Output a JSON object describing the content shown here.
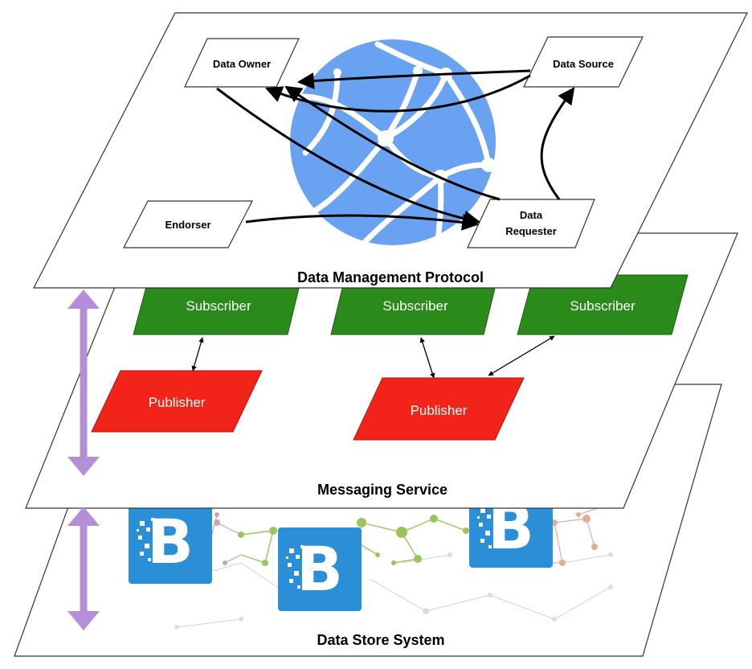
{
  "layers": {
    "protocol": {
      "title": "Data Management Protocol"
    },
    "messaging": {
      "title": "Messaging Service"
    },
    "store": {
      "title": "Data Store System"
    }
  },
  "nodes": {
    "data_owner": "Data Owner",
    "data_source": "Data Source",
    "endorser": "Endorser",
    "data_requester_line1": "Data",
    "data_requester_line2": "Requester"
  },
  "messaging_boxes": {
    "subscriber_1": "Subscriber",
    "subscriber_2": "Subscriber",
    "subscriber_3": "Subscriber",
    "publisher_1": "Publisher",
    "publisher_2": "Publisher"
  },
  "colors": {
    "subscriber": "#2a8a1a",
    "publisher": "#f2241a",
    "globe": "#6aa2f2",
    "layer_arrow": "#b58ed8",
    "blockchain_tile": "#2b8fd8"
  },
  "icons": {
    "globe": "network-globe-icon",
    "blockchain": "bitcoin-blockchain-icon"
  }
}
